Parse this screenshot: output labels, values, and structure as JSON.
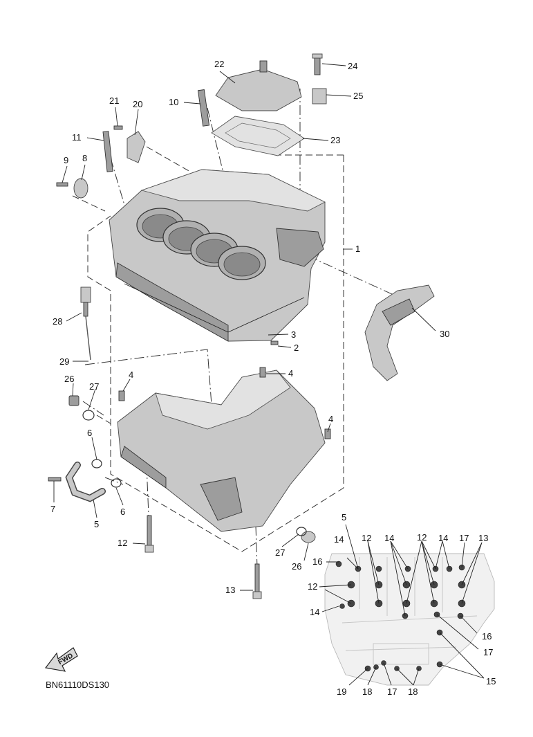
{
  "diagram_code": "BN61110DS130",
  "fwd_label": "FWD",
  "callouts": {
    "c1": "1",
    "c2": "2",
    "c3": "3",
    "c4a": "4",
    "c4b": "4",
    "c4c": "4",
    "c5a": "5",
    "c5b": "5",
    "c6a": "6",
    "c6b": "6",
    "c7": "7",
    "c8": "8",
    "c9": "9",
    "c10": "10",
    "c11": "11",
    "c12a": "12",
    "c12b": "12",
    "c12c": "12",
    "c12d": "12",
    "c13a": "13",
    "c13b": "13",
    "c14a": "14",
    "c14b": "14",
    "c14c": "14",
    "c14d": "14",
    "c15": "15",
    "c16a": "16",
    "c16b": "16",
    "c17a": "17",
    "c17b": "17",
    "c17c": "17",
    "c18a": "18",
    "c18b": "18",
    "c19": "19",
    "c20": "20",
    "c21": "21",
    "c22": "22",
    "c23": "23",
    "c24": "24",
    "c25": "25",
    "c26a": "26",
    "c26b": "26",
    "c27a": "27",
    "c27b": "27",
    "c28": "28",
    "c29": "29",
    "c30": "30"
  },
  "icons": {
    "fwd_arrow": "fwd-arrow-icon"
  }
}
